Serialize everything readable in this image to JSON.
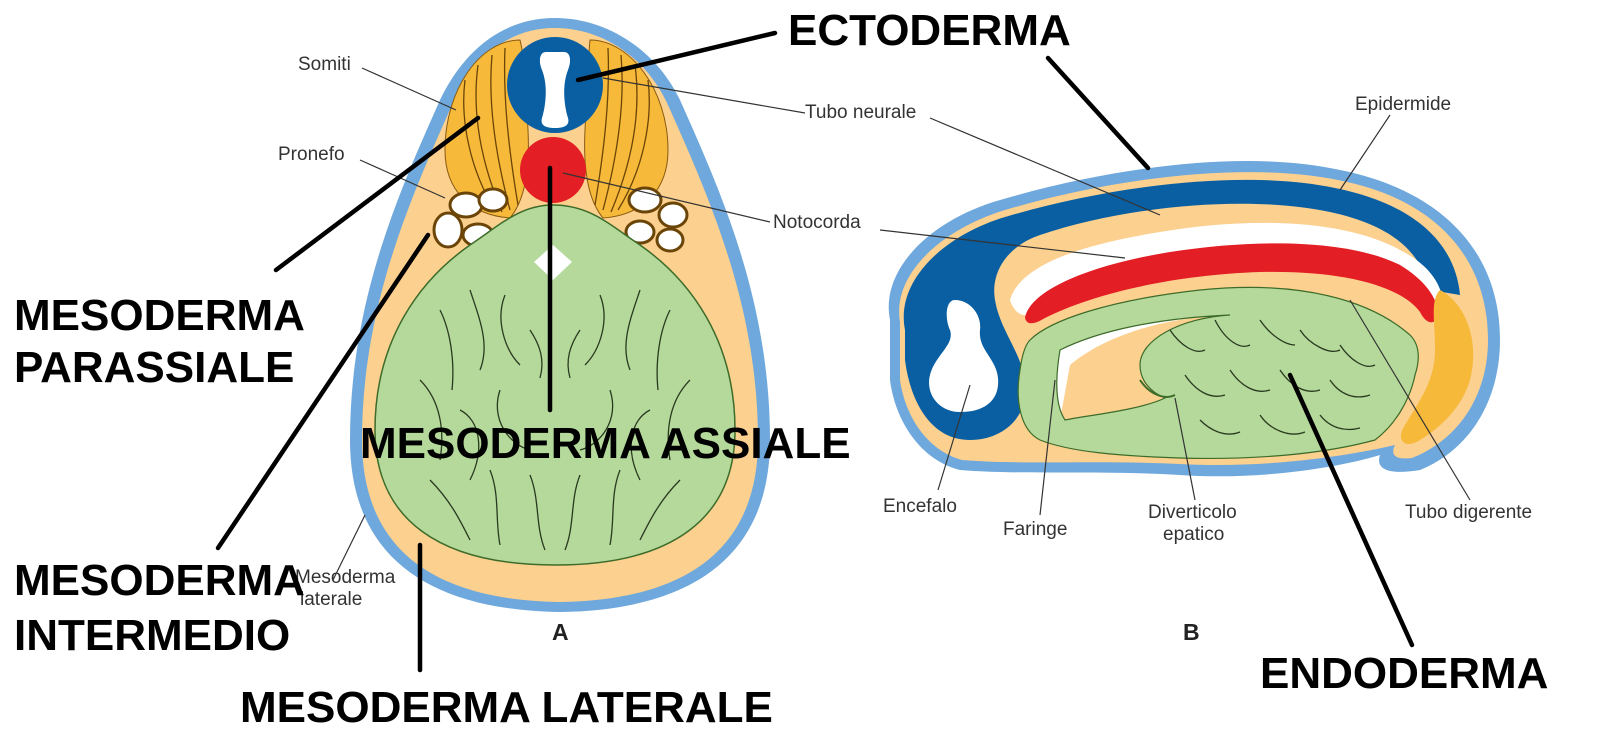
{
  "labels": {
    "ectoderma": "ECTODERMA",
    "mesoderma_parassiale_1": "MESODERMA",
    "mesoderma_parassiale_2": "PARASSIALE",
    "mesoderma_assiale": "MESODERMA ASSIALE",
    "mesoderma_intermedio_1": "MESODERMA",
    "mesoderma_intermedio_2": "INTERMEDIO",
    "mesoderma_laterale": "MESODERMA LATERALE",
    "endoderma": "ENDODERMA"
  },
  "figure_a": {
    "panel": "A",
    "somiti": "Somiti",
    "pronefo": "Pronefo",
    "tubo_neurale": "Tubo neurale",
    "notocorda": "Notocorda",
    "mesoderma_laterale_1": "Mesoderma",
    "mesoderma_laterale_2": "laterale"
  },
  "figure_b": {
    "panel": "B",
    "epidermide": "Epidermide",
    "encefalo": "Encefalo",
    "faringe": "Faringe",
    "diverticolo_1": "Diverticolo",
    "diverticolo_2": "epatico",
    "tubo_digerente": "Tubo digerente"
  },
  "colors": {
    "ectoderm_blue": "#0a5fa3",
    "outline_light_blue": "#6fa8dc",
    "mesoderm_orange": "#fcd08f",
    "somite_yellow": "#f6b93a",
    "notochord_red": "#e31e24",
    "endoderm_green": "#b4d99b"
  }
}
